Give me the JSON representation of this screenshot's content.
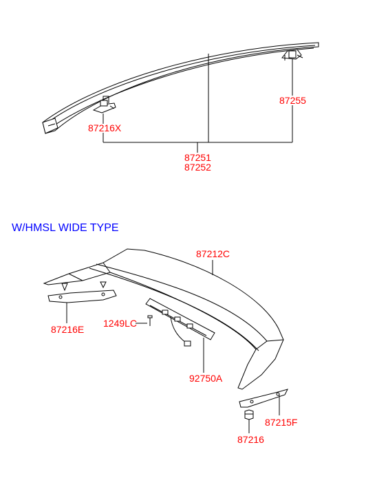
{
  "colors": {
    "label": "#ff0000",
    "section_title": "#0000ff",
    "line": "#000000"
  },
  "upper_assembly": {
    "labels": {
      "clip_left": "87216X",
      "clip_right": "87255",
      "molding_a": "87251",
      "molding_b": "87252"
    }
  },
  "lower_assembly": {
    "section_title": "W/HMSL WIDE TYPE",
    "labels": {
      "spoiler": "87212C",
      "pad_left": "87216E",
      "screw": "1249LC",
      "stop_lamp": "92750A",
      "pad_right": "87215F",
      "nut": "87216"
    }
  }
}
